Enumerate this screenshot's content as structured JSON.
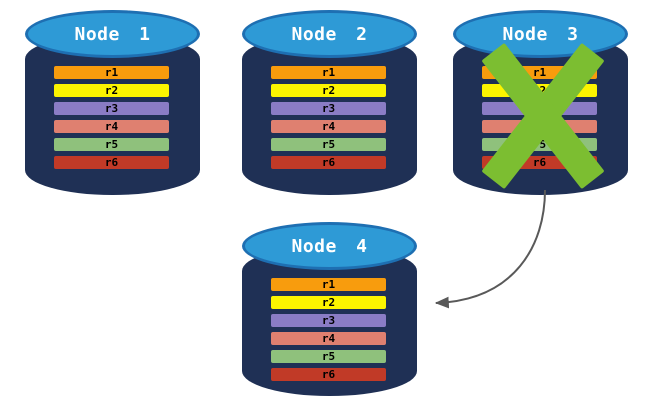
{
  "diagram": {
    "type": "database-replication-failover",
    "nodes": [
      {
        "label": "Node 1",
        "failed": false,
        "records": [
          "r1",
          "r2",
          "r3",
          "r4",
          "r5",
          "r6"
        ]
      },
      {
        "label": "Node 2",
        "failed": false,
        "records": [
          "r1",
          "r2",
          "r3",
          "r4",
          "r5",
          "r6"
        ]
      },
      {
        "label": "Node 3",
        "failed": true,
        "records": [
          "r1",
          "r2",
          "r3",
          "r4",
          "r5",
          "r6"
        ]
      },
      {
        "label": "Node 4",
        "failed": false,
        "records": [
          "r1",
          "r2",
          "r3",
          "r4",
          "r5",
          "r6"
        ]
      }
    ],
    "record_colors": {
      "r1": "#F89C0D",
      "r2": "#FCF400",
      "r3": "#8A7CC5",
      "r4": "#DF8070",
      "r5": "#8FC17C",
      "r6": "#C13A27"
    },
    "colors": {
      "cylinder_body": "#1F3055",
      "cylinder_top": "#2E9AD6",
      "cylinder_top_border": "#1E6FB2",
      "failure_x": "#7CBE31",
      "arrow": "#595959",
      "record_text": "#000000",
      "node_label_text": "#FFFFFF",
      "background": "#FFFFFF"
    },
    "arrow": {
      "from": "Node 3",
      "to": "Node 4"
    }
  }
}
